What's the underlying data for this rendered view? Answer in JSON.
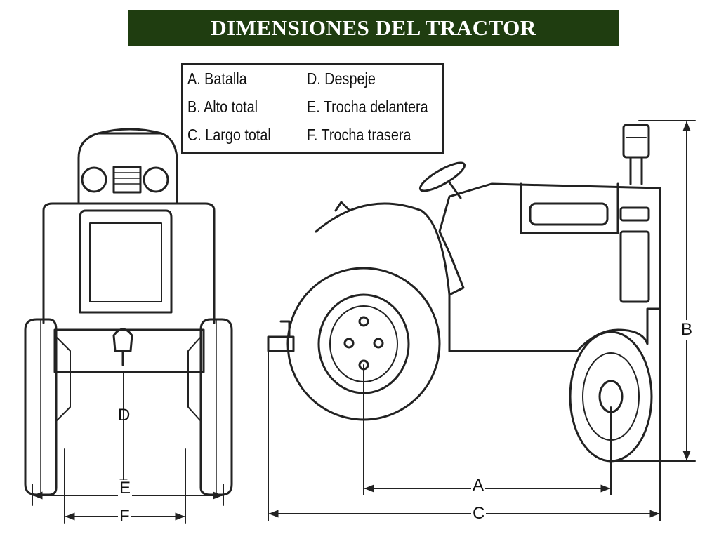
{
  "title": "DIMENSIONES DEL TRACTOR",
  "legend": [
    "A. Batalla",
    "B. Alto  total",
    "C. Largo total",
    "D. Despeje",
    "E. Trocha delantera",
    "F. Trocha trasera"
  ],
  "dimension_labels": {
    "a": "A",
    "b": "B",
    "c": "C",
    "d": "D",
    "e": "E",
    "f": "F"
  },
  "colors": {
    "title_bg": "#1f3d10",
    "title_text": "#ffffff",
    "line": "#222222"
  }
}
